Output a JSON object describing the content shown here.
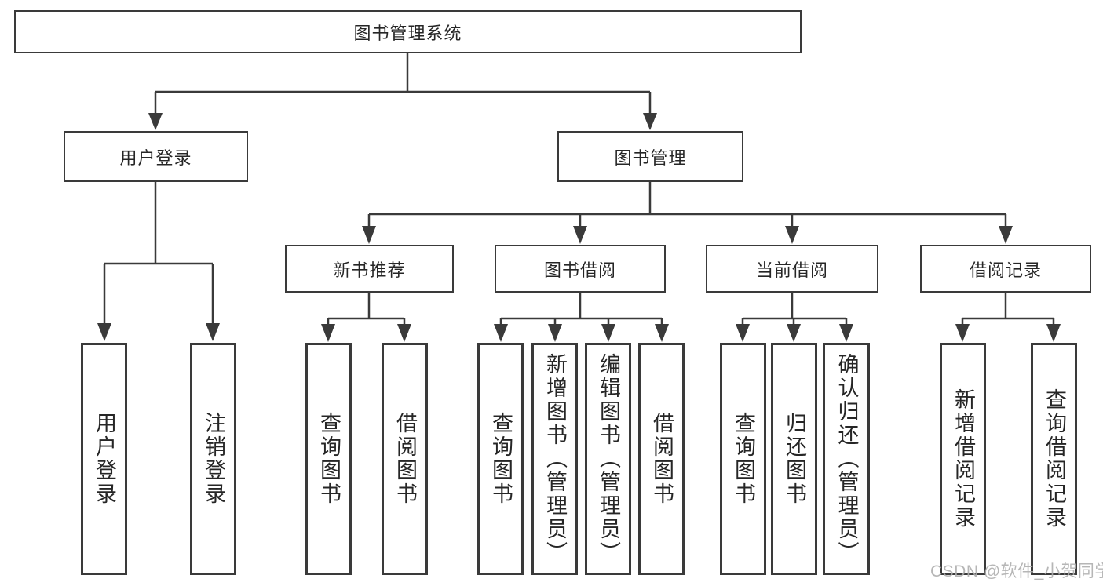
{
  "tree": {
    "label": "图书管理系统",
    "children": [
      {
        "label": "用户登录",
        "children": [
          {
            "label": "用户登录"
          },
          {
            "label": "注销登录"
          }
        ]
      },
      {
        "label": "图书管理",
        "children": [
          {
            "label": "新书推荐",
            "children": [
              {
                "label": "查询图书"
              },
              {
                "label": "借阅图书"
              }
            ]
          },
          {
            "label": "图书借阅",
            "children": [
              {
                "label": "查询图书"
              },
              {
                "label": "新增图书（管理员）"
              },
              {
                "label": "编辑图书（管理员）"
              },
              {
                "label": "借阅图书"
              }
            ]
          },
          {
            "label": "当前借阅",
            "children": [
              {
                "label": "查询图书"
              },
              {
                "label": "归还图书"
              },
              {
                "label": "确认归还（管理员）"
              }
            ]
          },
          {
            "label": "借阅记录",
            "children": [
              {
                "label": "新增借阅记录"
              },
              {
                "label": "查询借阅记录"
              }
            ]
          }
        ]
      }
    ]
  },
  "watermark": {
    "text": "CSDN @软件_小贺同学"
  },
  "colors": {
    "line": "#3a3a3a",
    "text": "#262626",
    "background": "#ffffff",
    "watermark": "#aeaeae"
  }
}
